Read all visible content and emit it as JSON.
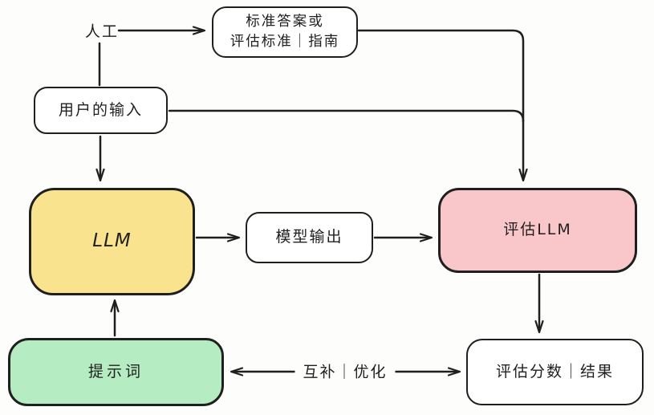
{
  "diagram": {
    "nodes": {
      "standard_answer": {
        "label": "标准答案或\n评估标准｜指南",
        "fill": "#ffffff"
      },
      "user_input": {
        "label": "用户的输入",
        "fill": "#ffffff"
      },
      "llm": {
        "label": "LLM",
        "fill": "#FAE38F"
      },
      "model_output": {
        "label": "模型输出",
        "fill": "#ffffff"
      },
      "eval_llm": {
        "label": "评估LLM",
        "fill": "#F9C7C9"
      },
      "prompt": {
        "label": "提示词",
        "fill": "#B5ECC1"
      },
      "eval_score": {
        "label": "评估分数｜结果",
        "fill": "#ffffff"
      }
    },
    "labels": {
      "human": "人工",
      "feedback": "互补｜优化"
    },
    "colors": {
      "stroke": "#1f1f1f",
      "background": "#fdfdfc",
      "llm_yellow": "#FAE38F",
      "eval_pink": "#F9C7C9",
      "prompt_green": "#B5ECC1"
    }
  }
}
